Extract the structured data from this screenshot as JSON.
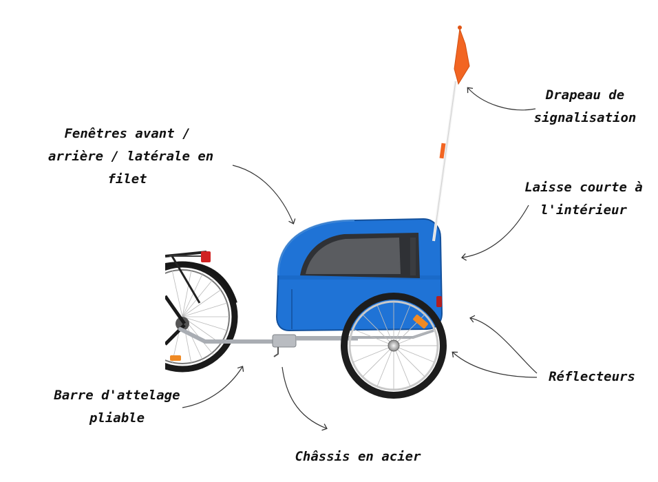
{
  "annotations": {
    "flag": {
      "lines": [
        "Drapeau de",
        "signalisation"
      ]
    },
    "windows": {
      "lines": [
        "Fenêtres avant /",
        "arrière / latérale en",
        "filet"
      ]
    },
    "leash": {
      "lines": [
        "Laisse courte à",
        "l'intérieur"
      ]
    },
    "reflectors": {
      "lines": [
        "Réflecteurs"
      ]
    },
    "hitch": {
      "lines": [
        "Barre d'attelage",
        "pliable"
      ]
    },
    "chassis": {
      "lines": [
        "Châssis en acier"
      ]
    }
  },
  "colors": {
    "canopy": "#1f73d6",
    "canopy_dark": "#1556a6",
    "flag": "#f26522",
    "frame": "#a9adb3",
    "tire": "#1d1d1d",
    "reflector": "#f08a24"
  },
  "icons": [
    "curved-arrow-icon"
  ]
}
